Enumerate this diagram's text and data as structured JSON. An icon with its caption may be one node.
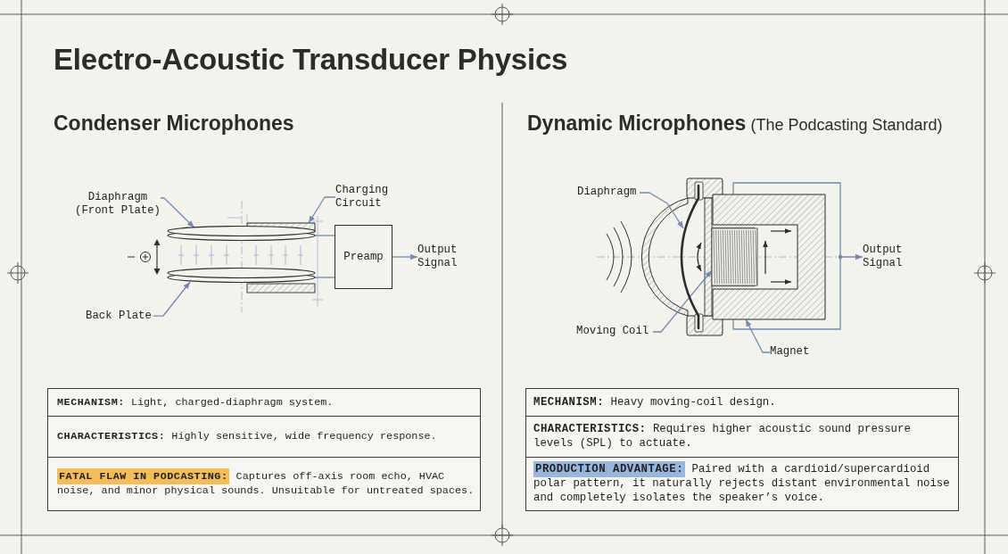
{
  "diagram": {
    "title": "Electro-Acoustic Transducer Physics",
    "nodes": [
      {
        "text": [
          "Diaphragm (Front Plate)"
        ]
      },
      {
        "text": [
          "Charging Circuit"
        ]
      },
      {
        "text": [],
        "shape": "disc"
      },
      {
        "text": [],
        "shape": "box"
      },
      {
        "text": [
          "Preamp"
        ]
      },
      {
        "text": [
          "Output Signal"
        ]
      },
      {
        "text": [],
        "shape": "disc"
      },
      {
        "text": [
          "Back Plate"
        ]
      },
      {
        "text": [
          "Diaphragm"
        ]
      },
      {
        "text": [],
        "shape": "arc"
      },
      {
        "text": [],
        "shape": "coil"
      },
      {
        "text": [
          "Output Signal"
        ]
      },
      {
        "text": [
          "Moving Coil"
        ]
      },
      {
        "text": [],
        "shape": "box"
      },
      {
        "text": [
          "Magnet"
        ]
      },
      {
        "text": [
          "**MECHANISM:** Light, charged-diaphragm system."
        ]
      },
      {
        "text": [
          "**CHARACTERISTICS:** Highly sensitive, wide frequency response."
        ]
      },
      {
        "text": [
          "**FATAL FLAW IN PODCASTING:** Captures off-axis room echo, HVAC noise, and minor physical sounds. Unsuitable for untreated spaces."
        ]
      },
      {
        "text": [
          "**MECHANISM:** Heavy moving-coil design."
        ]
      },
      {
        "text": [
          "**CHARACTERISTICS:** Requires higher acoustic sound pressure levels (SPL) to actuate."
        ]
      },
      {
        "text": [
          "**PRODUCTION ADVANTAGE:** Paired with a cardioid/supercardioid polar pattern, it naturally rejects distant environmental noise and completely isolates the speaker’s voice."
        ]
      }
    ],
    "edges": [
      {
        "from": 0,
        "to": 2,
        "arrow": "to"
      },
      {
        "from": 1,
        "to": 3,
        "arrow": "to"
      },
      {
        "from": 2,
        "to": 4,
        "arrow": "none"
      },
      {
        "from": 6,
        "to": 4,
        "arrow": "none"
      },
      {
        "from": 4,
        "to": 5,
        "arrow": "to"
      },
      {
        "from": 7,
        "to": 6,
        "arrow": "to"
      },
      {
        "from": 8,
        "to": 9,
        "arrow": "to"
      },
      {
        "from": 13,
        "to": 11,
        "arrow": "to"
      },
      {
        "from": 12,
        "to": 10,
        "arrow": "to"
      },
      {
        "from": 14,
        "to": 13,
        "arrow": "to"
      }
    ],
    "labels": [
      "Condenser Microphones",
      "**Dynamic Microphones** (The Podcasting Standard)"
    ]
  }
}
